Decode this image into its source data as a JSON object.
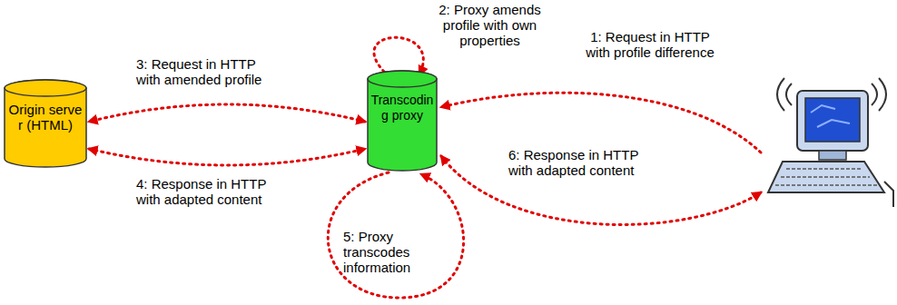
{
  "diagram": {
    "nodes": [
      {
        "text": [
          "Origin server (HTML)"
        ]
      },
      {
        "text": [
          "Transcoding proxy"
        ]
      }
    ],
    "edges": [
      {
        "from": 1,
        "to": 0,
        "arrow": "both",
        "label": "3: Request in HTTP with amended profile"
      },
      {
        "from": 0,
        "to": 1,
        "arrow": "both",
        "label": "4: Response in HTTP with adapted content"
      }
    ],
    "labels": [
      "2: Proxy amends profile with own properties",
      "1: Request in HTTP with profile difference",
      "5: Proxy transcodes information",
      "6: Response in HTTP with adapted content"
    ]
  }
}
